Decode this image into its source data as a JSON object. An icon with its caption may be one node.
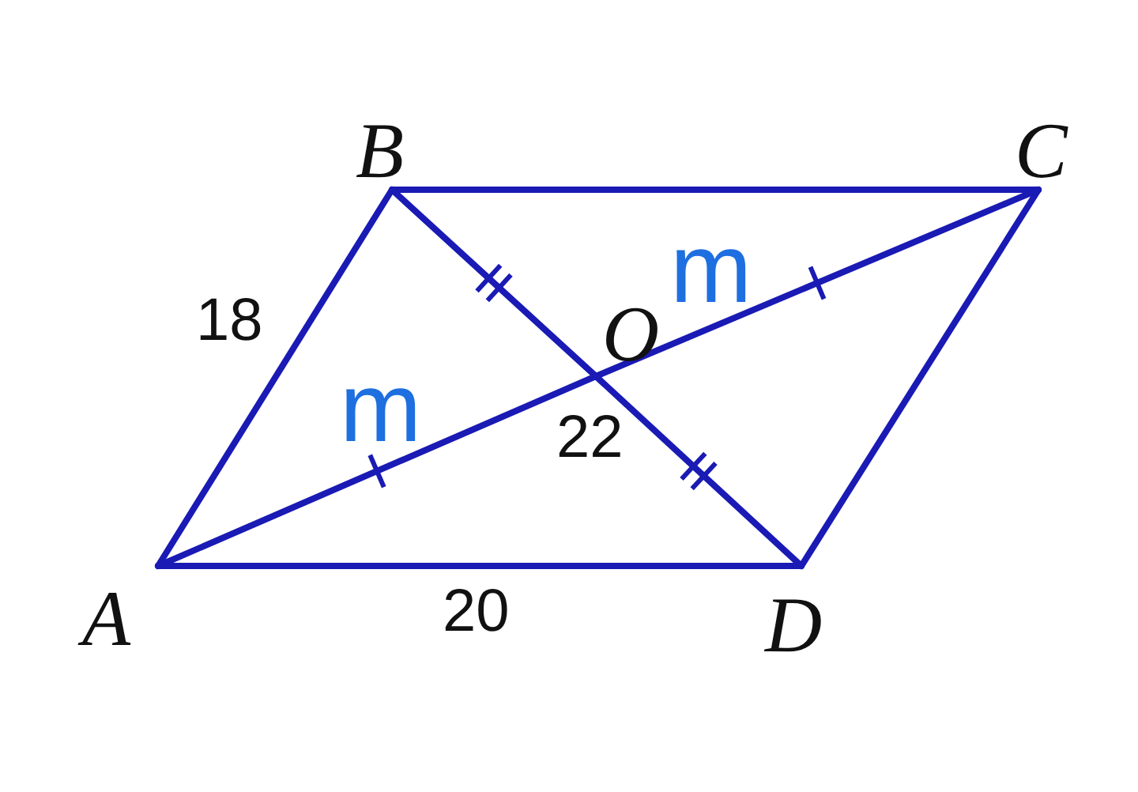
{
  "diagram": {
    "nodes": [
      {
        "text": [
          "A"
        ]
      },
      {
        "text": [
          "B"
        ]
      },
      {
        "text": [
          "C"
        ]
      },
      {
        "text": [
          "D"
        ]
      },
      {
        "text": [
          "O"
        ]
      }
    ],
    "edges": [
      {
        "from": 0,
        "to": 1,
        "arrow": "none",
        "label": "18"
      },
      {
        "from": 1,
        "to": 2,
        "arrow": "none"
      },
      {
        "from": 2,
        "to": 3,
        "arrow": "none"
      },
      {
        "from": 0,
        "to": 3,
        "arrow": "none",
        "label": "20"
      },
      {
        "from": 0,
        "to": 4,
        "arrow": "none",
        "label": "m"
      },
      {
        "from": 4,
        "to": 2,
        "arrow": "none",
        "label": "m"
      },
      {
        "from": 1,
        "to": 4,
        "arrow": "none"
      },
      {
        "from": 4,
        "to": 3,
        "arrow": "none"
      }
    ],
    "labels": [
      "22"
    ]
  }
}
